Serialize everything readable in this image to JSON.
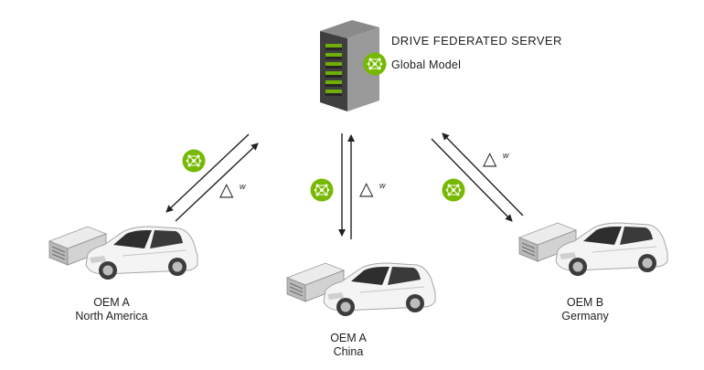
{
  "server": {
    "title": "DRIVE FEDERATED SERVER",
    "model_label": "Global Model"
  },
  "delta_symbol": "△",
  "delta_sub": "w",
  "nodes": [
    {
      "line1": "OEM A",
      "line2": "North America"
    },
    {
      "line1": "OEM A",
      "line2": "China"
    },
    {
      "line1": "OEM B",
      "line2": "Germany"
    }
  ],
  "colors": {
    "accent_green": "#76b900",
    "arrow": "#222222",
    "server_dark": "#4d4d4d",
    "server_light": "#8a8a8a",
    "car_body": "#f2f2f2",
    "rack_body": "#d5d5d5"
  },
  "icons": [
    "neural-net-icon"
  ]
}
